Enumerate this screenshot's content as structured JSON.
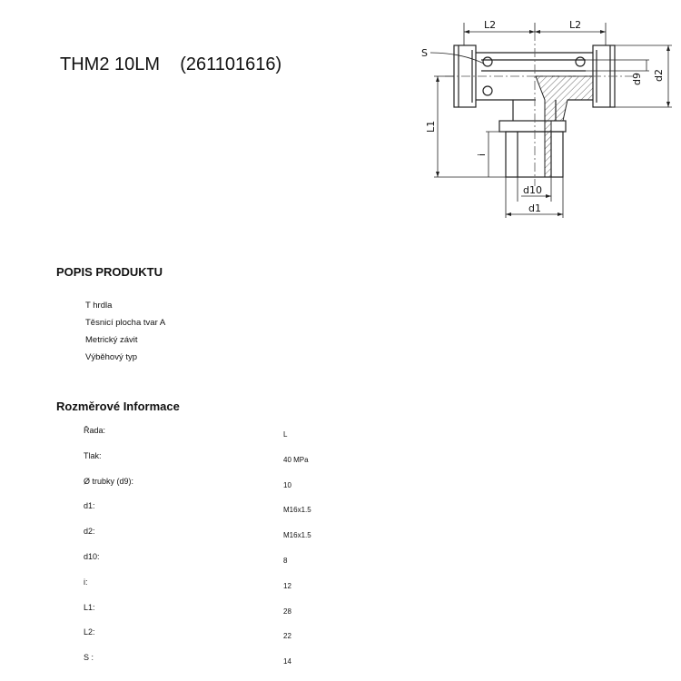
{
  "product": {
    "code": "THM2 10LM",
    "number": "(261101616)"
  },
  "drawing": {
    "icon": "t-fitting-drawing",
    "labels": {
      "l2_left": "L2",
      "l2_right": "L2",
      "s": "S",
      "d9": "d9",
      "d2": "d2",
      "l1": "L1",
      "i": "i",
      "d10": "d10",
      "d1": "d1"
    }
  },
  "description": {
    "heading": "POPIS PRODUKTU",
    "items": [
      "T hrdla",
      "Těsnicí plocha tvar A",
      "Metrický závit",
      "Výběhový typ"
    ]
  },
  "dimensions": {
    "heading": "Rozměrové Informace",
    "rows": [
      {
        "label": "Řada:",
        "value": "L"
      },
      {
        "label": "Tlak:",
        "value": "40  MPa"
      },
      {
        "label": "Ø trubky (d9):",
        "value": "10"
      },
      {
        "label": "d1:",
        "value": "M16x1.5"
      },
      {
        "label": "d2:",
        "value": "M16x1.5"
      },
      {
        "label": "d10:",
        "value": "8"
      },
      {
        "label": "i:",
        "value": "12"
      },
      {
        "label": "L1:",
        "value": "28"
      },
      {
        "label": "L2:",
        "value": "22"
      },
      {
        "label": "S :",
        "value": "14"
      }
    ]
  }
}
